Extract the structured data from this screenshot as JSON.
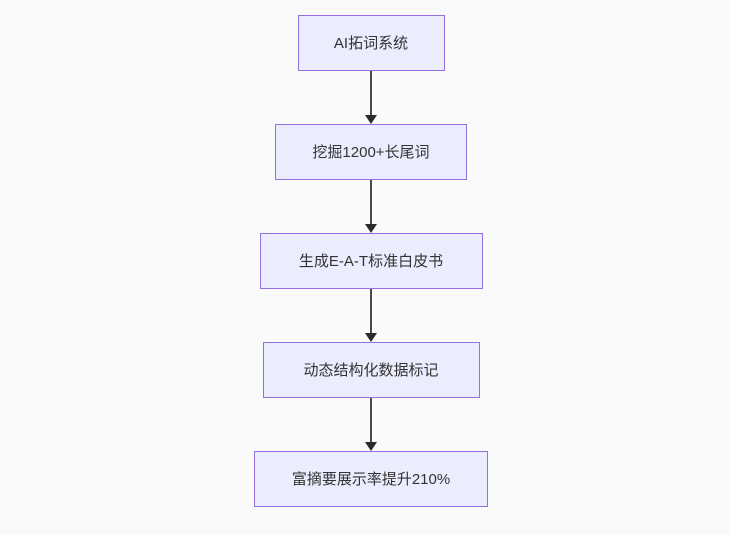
{
  "diagram": {
    "type": "flowchart",
    "direction": "top-down",
    "nodes": [
      {
        "id": "n1",
        "label": "AI拓词系统"
      },
      {
        "id": "n2",
        "label": "挖掘1200+长尾词"
      },
      {
        "id": "n3",
        "label": "生成E-A-T标准白皮书"
      },
      {
        "id": "n4",
        "label": "动态结构化数据标记"
      },
      {
        "id": "n5",
        "label": "富摘要展示率提升210%"
      }
    ],
    "edges": [
      {
        "from": "n1",
        "to": "n2",
        "style": "arrow-down"
      },
      {
        "from": "n2",
        "to": "n3",
        "style": "arrow-down"
      },
      {
        "from": "n3",
        "to": "n4",
        "style": "arrow-down"
      },
      {
        "from": "n4",
        "to": "n5",
        "style": "arrow-down"
      }
    ],
    "colors": {
      "background": "#FAFAFA",
      "node_fill": "#ECECFF",
      "node_border": "#9370DB",
      "text": "#333333",
      "arrow_line": "#4a4a4a",
      "arrow_head": "#2b2b2b"
    }
  }
}
